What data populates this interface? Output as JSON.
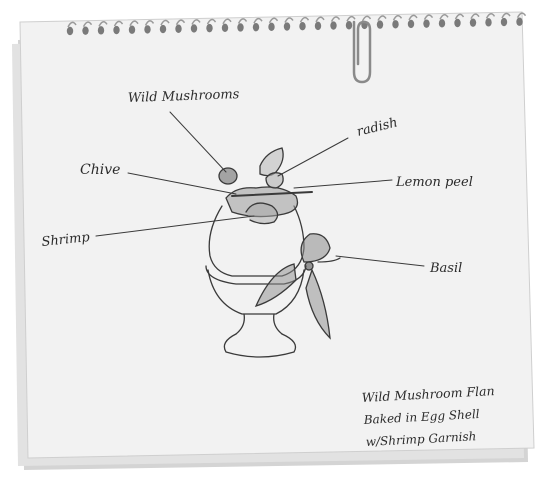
{
  "labels": {
    "wild_mushrooms": "Wild Mushrooms",
    "radish": "radish",
    "chive": "Chive",
    "lemon_peel": "Lemon peel",
    "shrimp": "Shrimp",
    "basil": "Basil"
  },
  "caption": {
    "line1": "Wild Mushroom Flan",
    "line2": "Baked in Egg Shell",
    "line3": "w/Shrimp Garnish"
  },
  "colors": {
    "paper": "#f1f1f1",
    "paper_shadow": "#d8d8d8",
    "pencil": "#3a3a3a",
    "ink": "#2b2b2b"
  },
  "icons": {
    "binding": "spiral-binding-icon",
    "clip": "paperclip-icon"
  }
}
